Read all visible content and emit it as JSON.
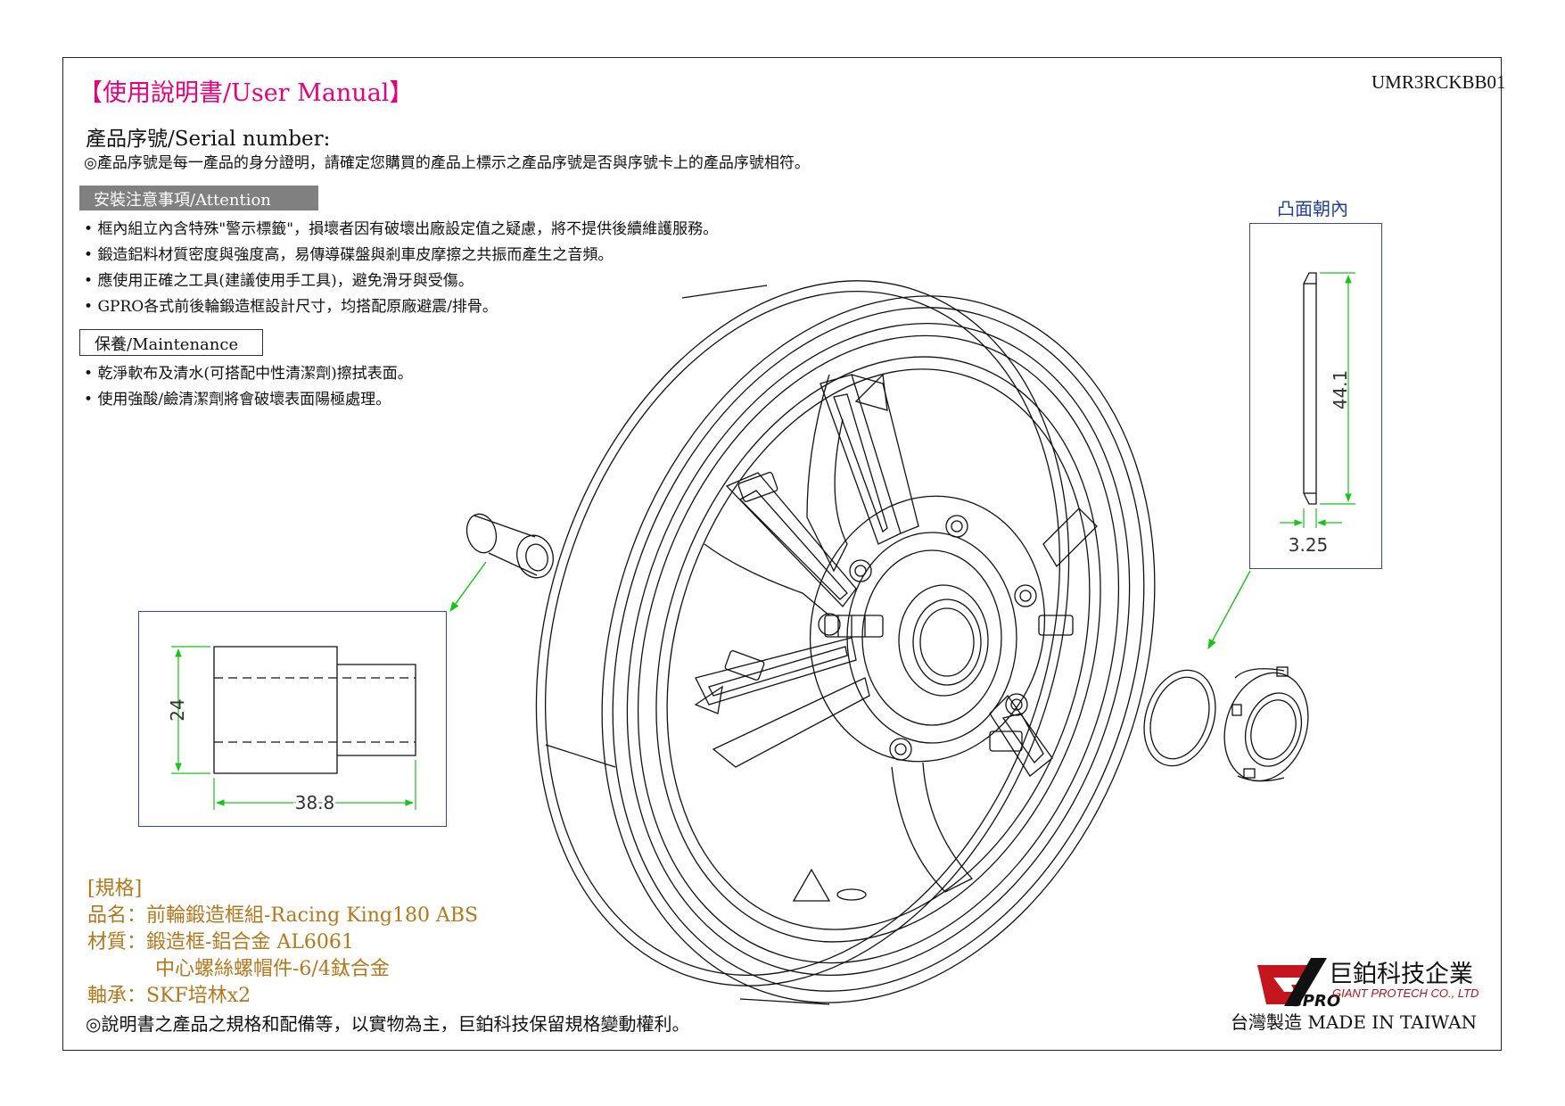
{
  "header": {
    "title": "【使用說明書/User Manual】",
    "doc_code": "UMR3RCKBB01"
  },
  "serial": {
    "label": "產品序號/Serial number:",
    "note": "◎產品序號是每一產品的身分證明，請確定您購買的產品上標示之產品序號是否與序號卡上的產品序號相符。"
  },
  "attention": {
    "heading": "安裝注意事項/Attention",
    "items": [
      "框內組立內含特殊\"警示標籤\"，損壞者因有破壞出廠設定值之疑慮，將不提供後續維護服務。",
      "鍛造鋁料材質密度與強度高，易傳導碟盤與剎車皮摩擦之共振而產生之音頻。",
      "應使用正確之工具(建議使用手工具)，避免滑牙與受傷。",
      "GPRO各式前後輪鍛造框設計尺寸，均搭配原廠避震/排骨。"
    ]
  },
  "maintenance": {
    "heading": "保養/Maintenance",
    "items": [
      "乾淨軟布及清水(可搭配中性清潔劑)擦拭表面。",
      "使用強酸/鹼清潔劑將會破壞表面陽極處理。"
    ]
  },
  "spacer_detail": {
    "note": "凸面朝內",
    "height": "44.1",
    "thickness": "3.25"
  },
  "collar_detail": {
    "diameter": "24",
    "length": "38.8"
  },
  "specs": {
    "heading": "[規格]",
    "name": "品名：前輪鍛造框組-Racing King180 ABS",
    "material_1": "材質：鍛造框-鋁合金 AL6061",
    "material_2": "中心螺絲螺帽件-6/4鈦合金",
    "bearing": "軸承：SKF培林x2"
  },
  "footer": {
    "note": "◎說明書之產品之規格和配備等，以實物為主，巨鉑科技保留規格變動權利。",
    "made_in": "台灣製造 MADE IN TAIWAN"
  },
  "brand": {
    "logo_text": "GPRO",
    "name_cn": "巨鉑科技企業",
    "name_en": "GIANT PROTECH CO., LTD",
    "logo_color": "#c4161c"
  },
  "colors": {
    "title": "#e6007e",
    "spec_text": "#b5771c",
    "detail_box": "#3349a6",
    "dimension": "#19c419"
  }
}
